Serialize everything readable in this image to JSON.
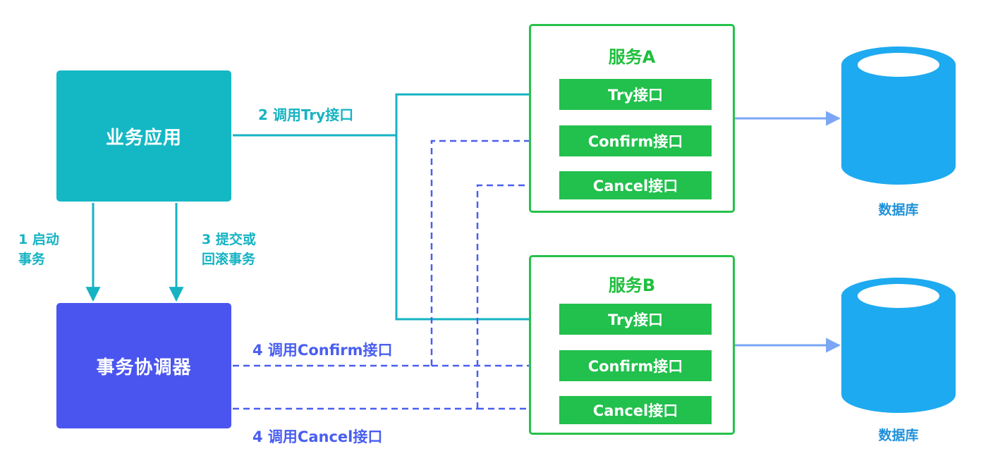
{
  "nodes": {
    "business_app": "业务应用",
    "coordinator": "事务协调器"
  },
  "services": [
    {
      "title": "服务A",
      "interfaces": [
        "Try接口",
        "Confirm接口",
        "Cancel接口"
      ]
    },
    {
      "title": "服务B",
      "interfaces": [
        "Try接口",
        "Confirm接口",
        "Cancel接口"
      ]
    }
  ],
  "databases": [
    "数据库",
    "数据库"
  ],
  "edge_labels": {
    "start": "1 启动\n事务",
    "call_try": "2 调用Try接口",
    "commit_or_rollback": "3 提交或\n回滚事务",
    "call_confirm": "4 调用Confirm接口",
    "call_cancel": "4 调用Cancel接口"
  },
  "colors": {
    "app": "#14b8c4",
    "coordinator": "#4a55f0",
    "service_border": "#26c24a",
    "interface": "#22c04d",
    "database": "#1eaaf0",
    "try_line": "#16b3c3",
    "confirm_cancel_line": "#4a5ef0",
    "db_arrow": "#7aa6f5"
  }
}
